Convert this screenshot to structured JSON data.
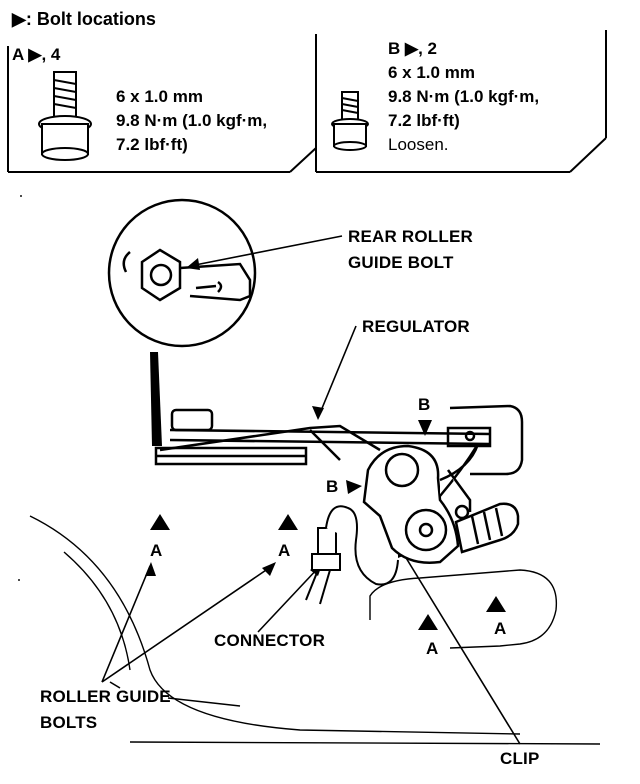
{
  "header": {
    "bolt_locations": "▶: Bolt locations"
  },
  "spec_a": {
    "label": "A ▶, 4",
    "size": "6 x 1.0 mm",
    "torque_1": "9.8 N·m (1.0 kgf·m,",
    "torque_2": "7.2 lbf·ft)"
  },
  "spec_b": {
    "label": "B ▶, 2",
    "size": "6 x 1.0 mm",
    "torque_1": "9.8 N·m (1.0 kgf·m,",
    "torque_2": "7.2 lbf·ft)",
    "note": "Loosen."
  },
  "callouts": {
    "rear_roller_1": "REAR ROLLER",
    "rear_roller_2": "GUIDE BOLT",
    "regulator": "REGULATOR",
    "connector": "CONNECTOR",
    "roller_guide_1": "ROLLER GUIDE",
    "roller_guide_2": "BOLTS",
    "clip": "CLIP"
  },
  "markers": {
    "a": "A",
    "b": "B"
  }
}
